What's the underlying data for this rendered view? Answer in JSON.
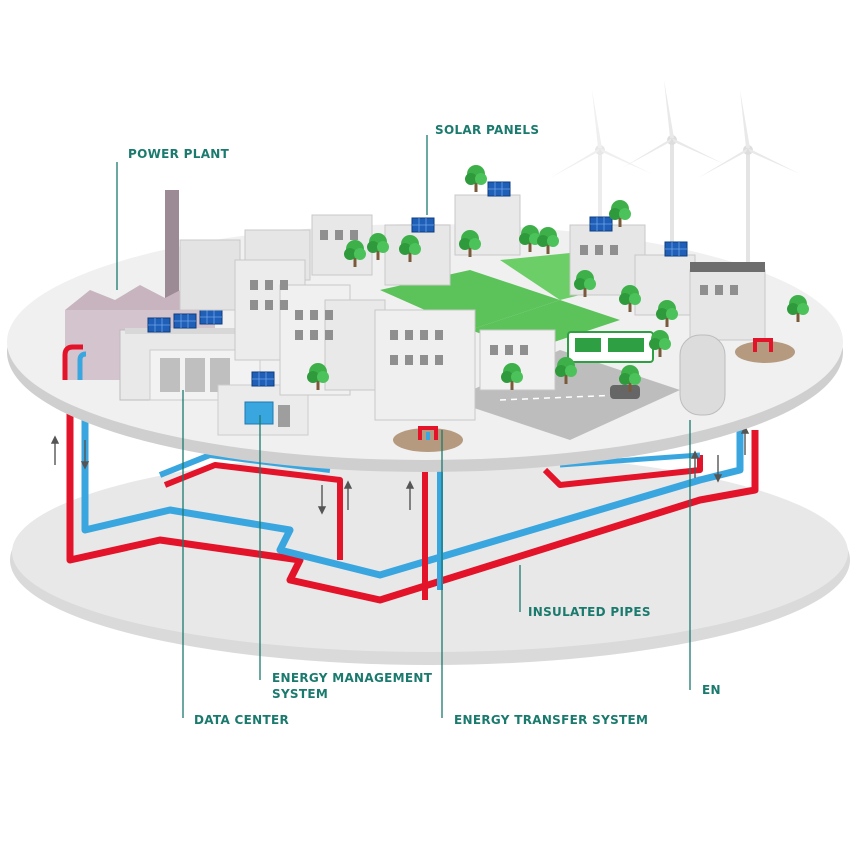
{
  "labels": {
    "power_plant": "POWER PLANT",
    "solar_panels": "SOLAR PANELS",
    "insulated_pipes": "INSULATED PIPES",
    "energy_management_line1": "ENERGY MANAGEMENT",
    "energy_management_line2": "SYSTEM",
    "data_center": "DATA CENTER",
    "energy_transfer_system": "ENERGY TRANSFER SYSTEM",
    "truncated_label": "EN"
  },
  "colors": {
    "label_teal": "#1a7a6e",
    "hot_pipe": "#e3132a",
    "cold_pipe": "#3aa6df",
    "disc_top": "#eeeeee",
    "disc_lower": "#dcdcdc",
    "building": "#ebebeb",
    "tree": "#3db04a",
    "solar": "#1f5fb8"
  },
  "icons": [
    "power-plant-icon",
    "solar-panel-icon",
    "wind-turbine-icon",
    "tree-icon",
    "bus-icon",
    "car-icon",
    "data-center-icon",
    "energy-management-icon",
    "heat-exchanger-icon"
  ]
}
